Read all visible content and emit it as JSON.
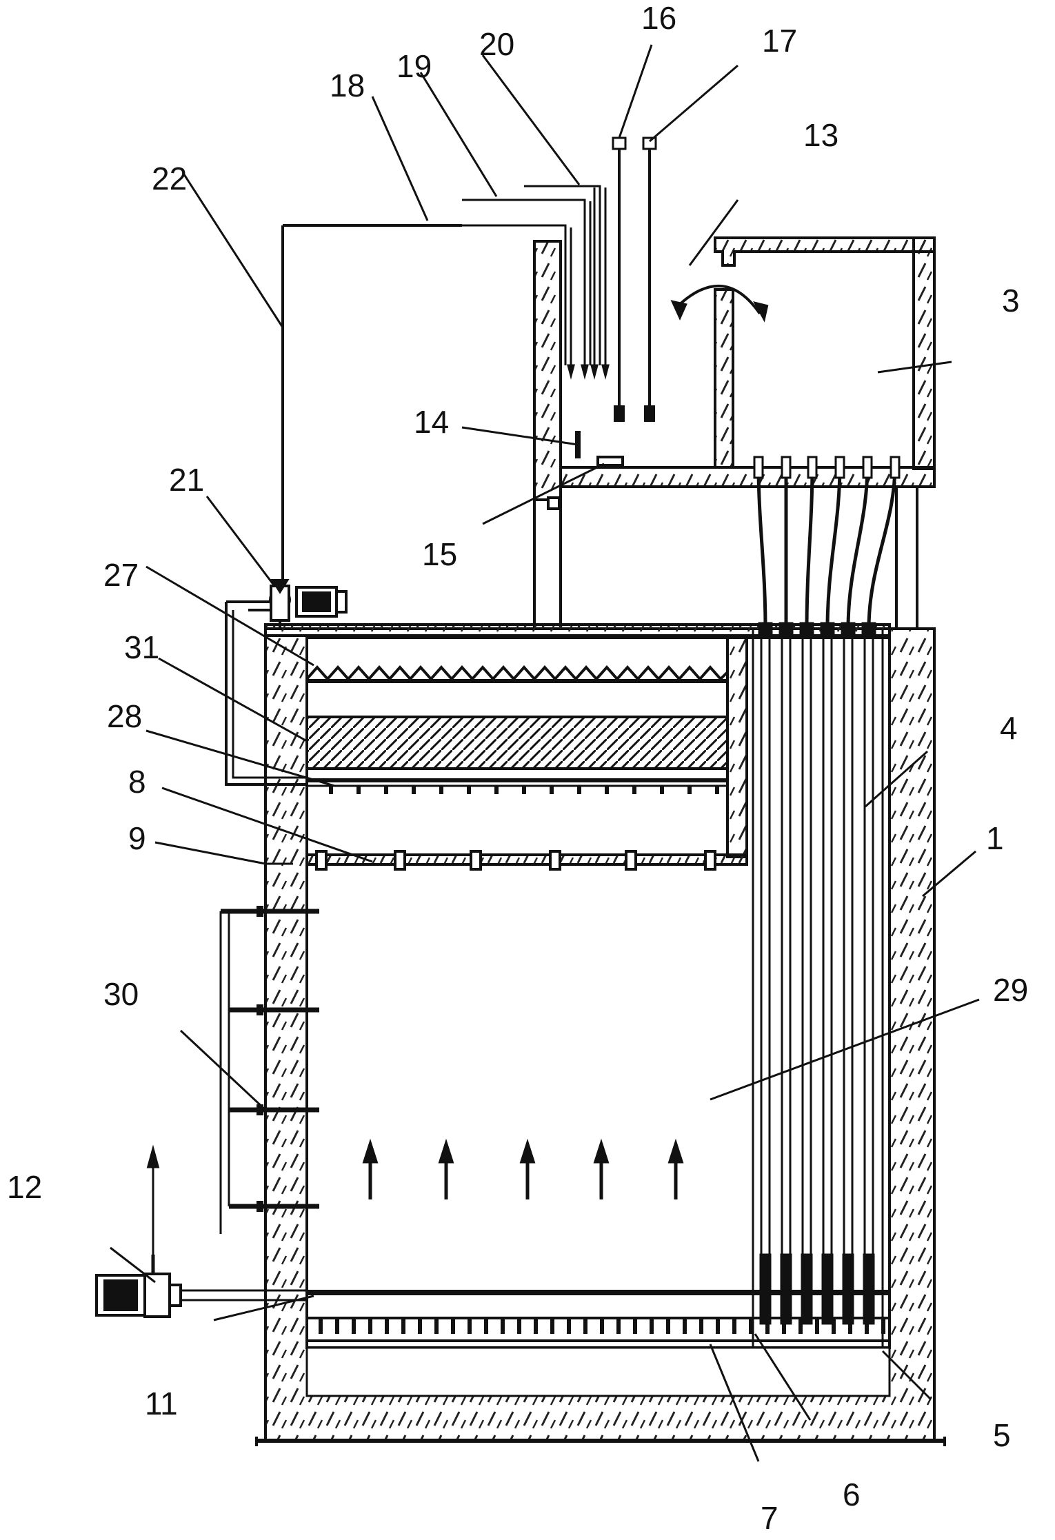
{
  "labels": {
    "l1": "1",
    "l3": "3",
    "l4": "4",
    "l5": "5",
    "l6": "6",
    "l7": "7",
    "l8": "8",
    "l9": "9",
    "l11": "11",
    "l12": "12",
    "l13": "13",
    "l14": "14",
    "l15": "15",
    "l16": "16",
    "l17": "17",
    "l18": "18",
    "l19": "19",
    "l20": "20",
    "l21": "21",
    "l22": "22",
    "l27": "27",
    "l28": "28",
    "l29": "29",
    "l30": "30",
    "l31": "31"
  },
  "colors": {
    "line": "#111111",
    "hatch": "#222222",
    "background": "#ffffff"
  }
}
